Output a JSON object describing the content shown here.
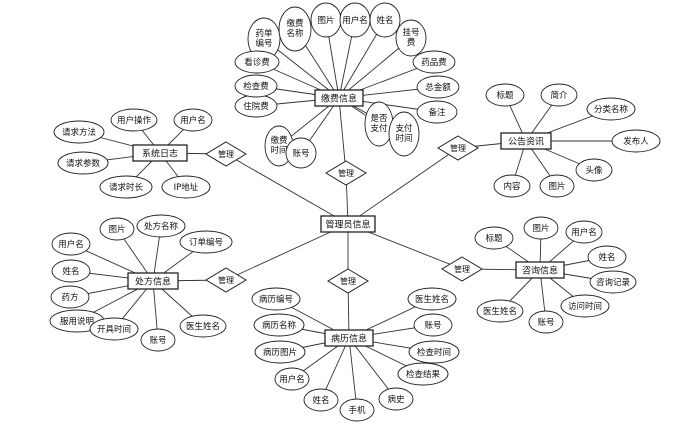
{
  "entities": [
    {
      "id": "admin",
      "label": "管理员信息"
    },
    {
      "id": "pay",
      "label": "缴费信息"
    },
    {
      "id": "log",
      "label": "系统日志"
    },
    {
      "id": "notice",
      "label": "公告资讯"
    },
    {
      "id": "rx",
      "label": "处方信息"
    },
    {
      "id": "record",
      "label": "病历信息"
    },
    {
      "id": "consult",
      "label": "咨询信息"
    }
  ],
  "relationships": [
    {
      "id": "r_pay",
      "label": "管理",
      "links": [
        "admin",
        "pay"
      ]
    },
    {
      "id": "r_log",
      "label": "管理",
      "links": [
        "admin",
        "log"
      ]
    },
    {
      "id": "r_notice",
      "label": "管理",
      "links": [
        "admin",
        "notice"
      ]
    },
    {
      "id": "r_rx",
      "label": "管理",
      "links": [
        "admin",
        "rx"
      ]
    },
    {
      "id": "r_record",
      "label": "管理",
      "links": [
        "admin",
        "record"
      ]
    },
    {
      "id": "r_consult",
      "label": "管理",
      "links": [
        "admin",
        "consult"
      ]
    }
  ],
  "attributes": {
    "pay": [
      "药单编号",
      "缴费名称",
      "图片",
      "用户名",
      "姓名",
      "挂号费",
      "药品费",
      "总金额",
      "备注",
      "是否支付",
      "支付时间",
      "缴费时间",
      "账号",
      "住院费",
      "检查费",
      "看诊费"
    ],
    "log": [
      "用户操作",
      "用户名",
      "请求方法",
      "请求参数",
      "请求时长",
      "IP地址"
    ],
    "notice": [
      "标题",
      "简介",
      "分类名称",
      "发布人",
      "头像",
      "图片",
      "内容"
    ],
    "rx": [
      "图片",
      "处方名称",
      "订单编号",
      "用户名",
      "姓名",
      "药方",
      "服用说明",
      "开具时间",
      "账号",
      "医生姓名"
    ],
    "record": [
      "病历编号",
      "病历名称",
      "病历图片",
      "用户名",
      "姓名",
      "手机",
      "病史",
      "检查结果",
      "检查时间",
      "账号",
      "医生姓名"
    ],
    "consult": [
      "标题",
      "图片",
      "用户名",
      "姓名",
      "咨询记录",
      "访问时间",
      "账号",
      "医生姓名"
    ]
  }
}
